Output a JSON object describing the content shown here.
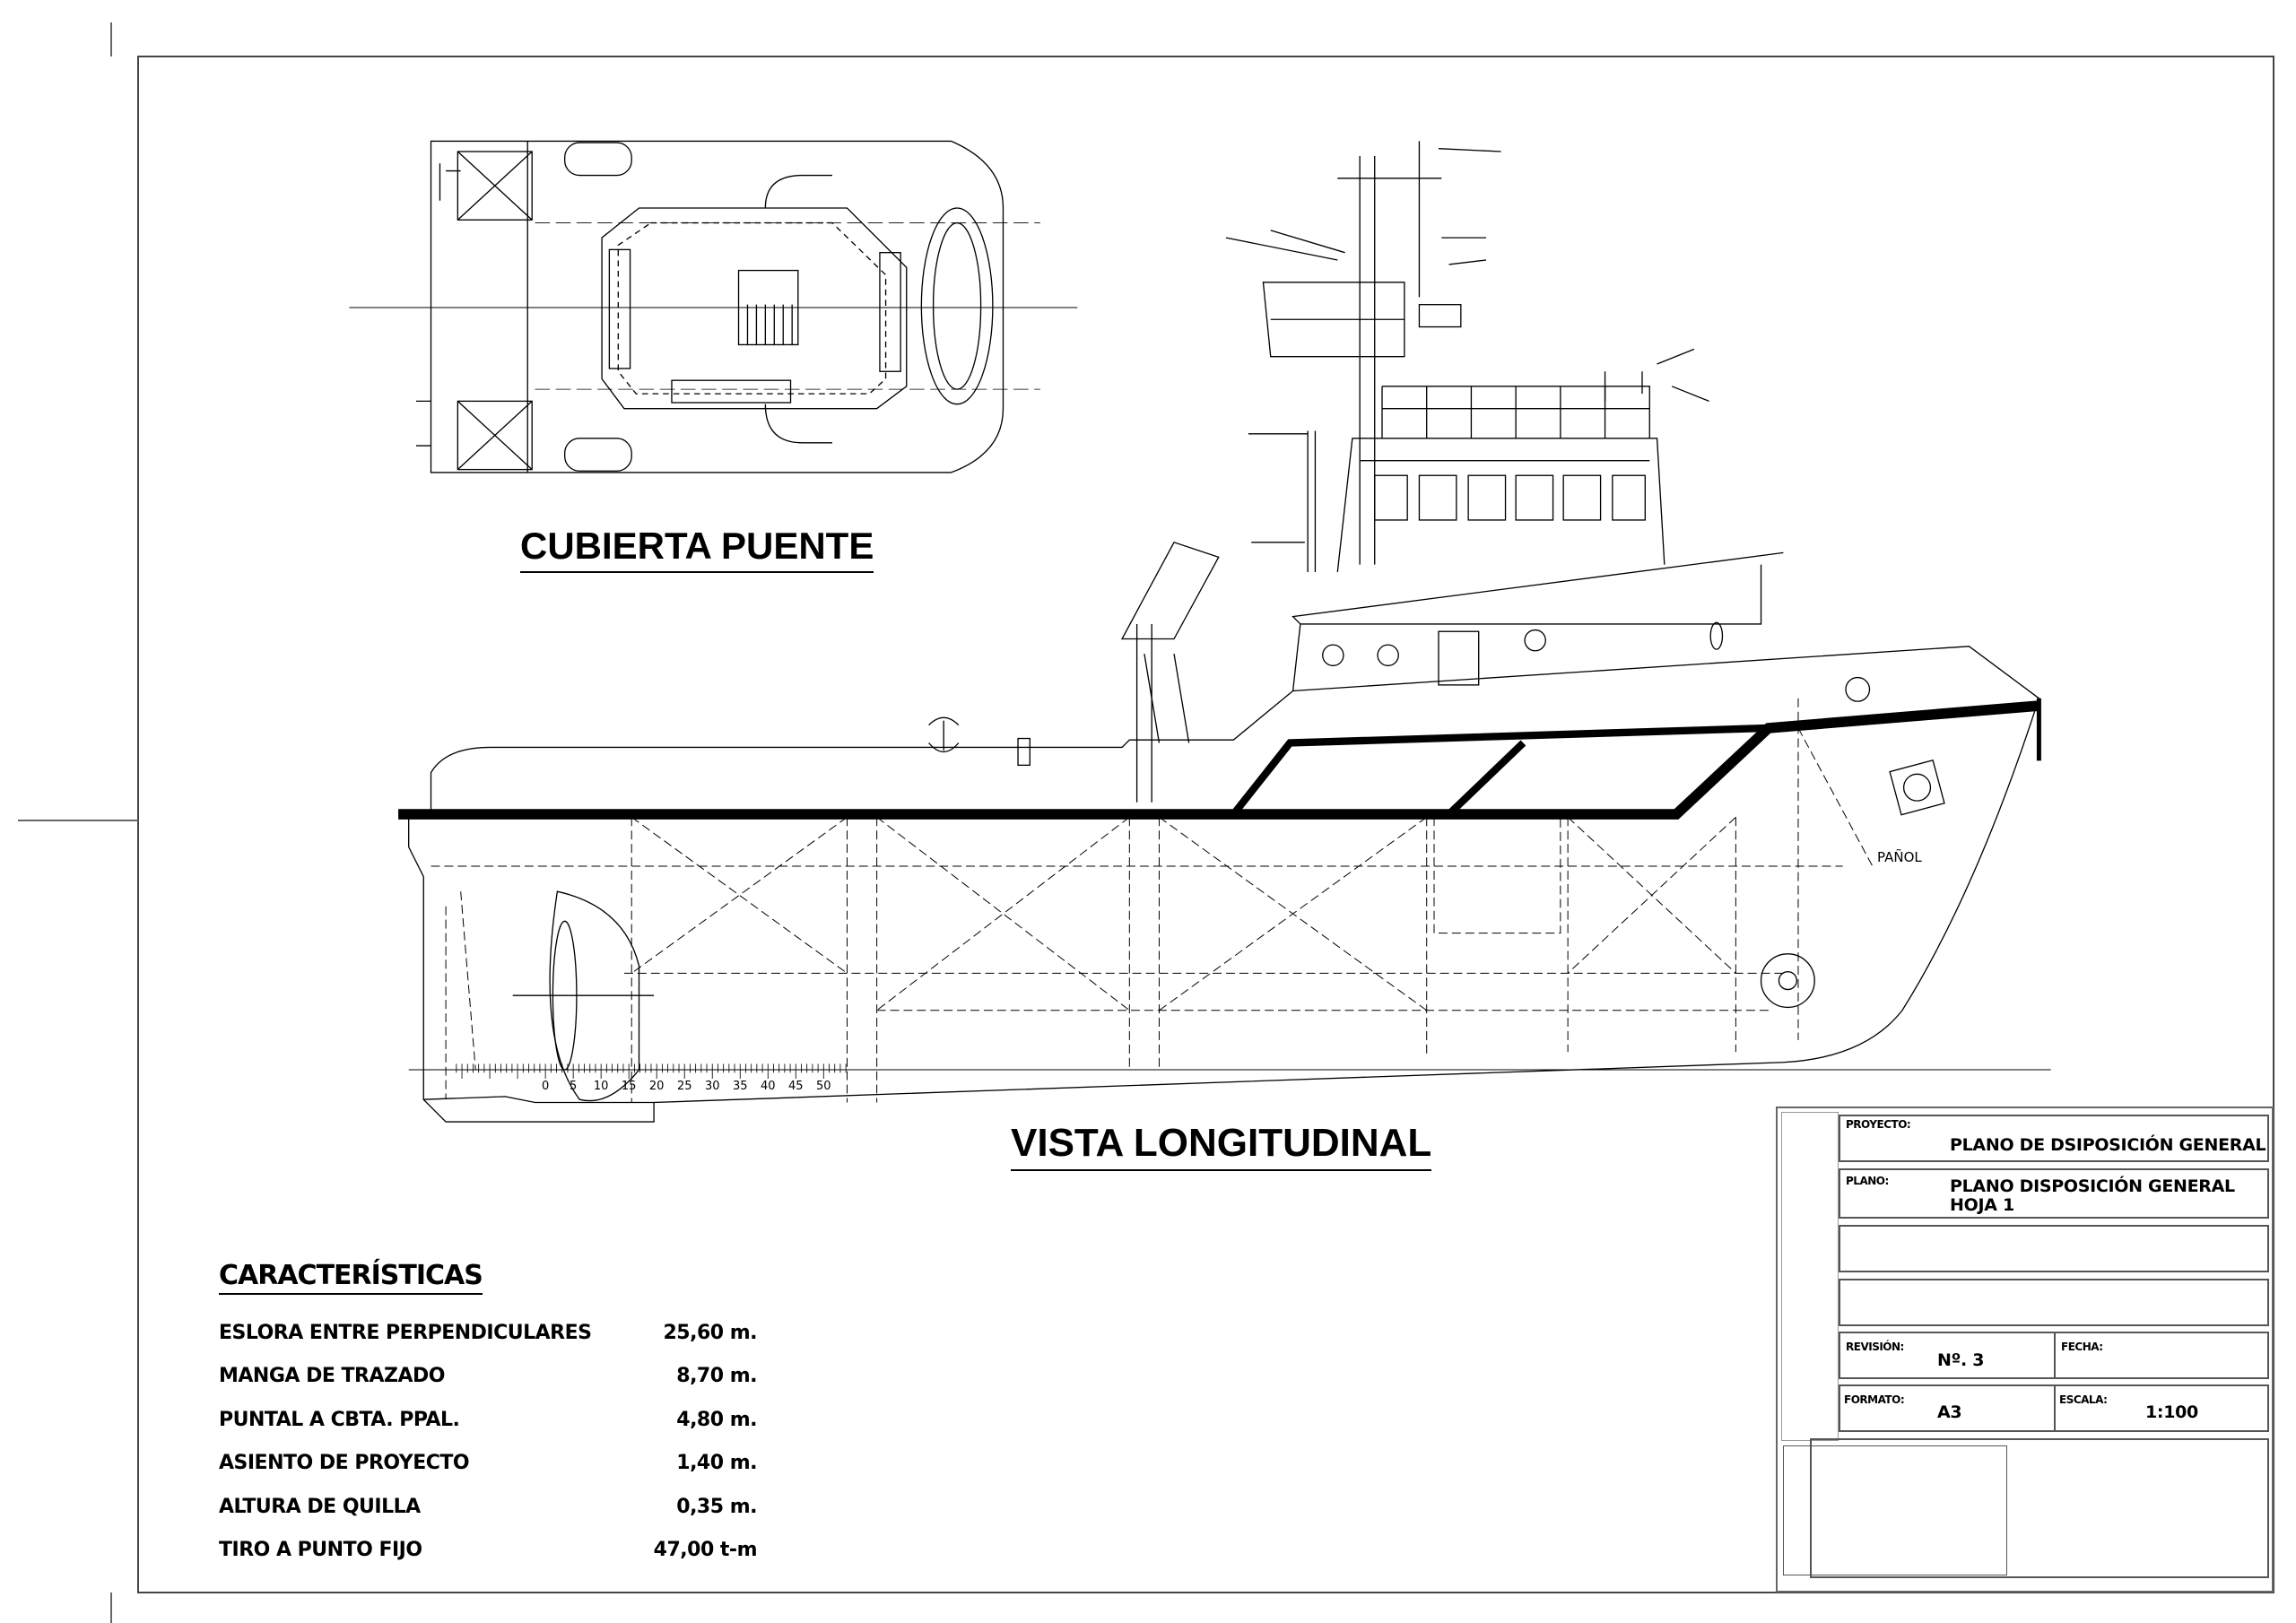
{
  "views": {
    "plan_title": "CUBIERTA PUENTE",
    "profile_title": "VISTA LONGITUDINAL",
    "compartment_label": "PAÑOL"
  },
  "frame_scale": {
    "labels": [
      "0",
      "5",
      "10",
      "15",
      "20",
      "25",
      "30",
      "35",
      "40",
      "45",
      "50"
    ]
  },
  "characteristics": {
    "title": "CARACTERÍSTICAS",
    "rows": [
      {
        "label": "ESLORA ENTRE PERPENDICULARES",
        "value": "25,60 m."
      },
      {
        "label": "MANGA DE TRAZADO",
        "value": "8,70 m."
      },
      {
        "label": "PUNTAL A CBTA. PPAL.",
        "value": "4,80 m."
      },
      {
        "label": "ASIENTO DE PROYECTO",
        "value": "1,40 m."
      },
      {
        "label": "ALTURA DE QUILLA",
        "value": "0,35 m."
      },
      {
        "label": "TIRO A PUNTO FIJO",
        "value": "47,00 t-m"
      }
    ]
  },
  "title_block": {
    "proyecto_label": "PROYECTO:",
    "proyecto_value": "PLANO DE DSIPOSICIÓN GENERAL",
    "plano_label": "PLANO:",
    "plano_value_line1": "PLANO DISPOSICIÓN GENERAL",
    "plano_value_line2": "HOJA 1",
    "revision_label": "REVISIÓN:",
    "revision_value": "Nº. 3",
    "fecha_label": "FECHA:",
    "formato_label": "FORMATO:",
    "formato_value": "A3",
    "escala_label": "ESCALA:",
    "escala_value": "1:100"
  }
}
